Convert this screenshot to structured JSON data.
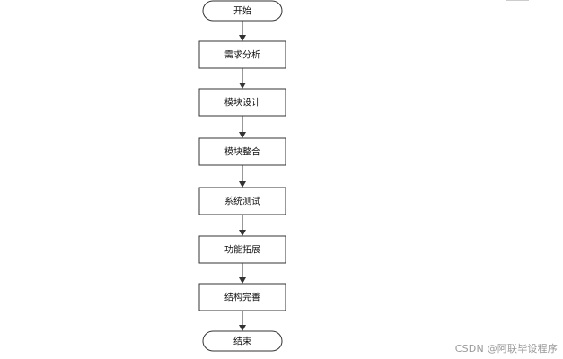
{
  "flowchart": {
    "nodes": [
      {
        "id": "start",
        "label": "开始",
        "shape": "terminal"
      },
      {
        "id": "requirements",
        "label": "需求分析",
        "shape": "process"
      },
      {
        "id": "module-design",
        "label": "模块设计",
        "shape": "process"
      },
      {
        "id": "module-integration",
        "label": "模块整合",
        "shape": "process"
      },
      {
        "id": "system-test",
        "label": "系统测试",
        "shape": "process"
      },
      {
        "id": "feature-extension",
        "label": "功能拓展",
        "shape": "process"
      },
      {
        "id": "structure-refine",
        "label": "结构完善",
        "shape": "process"
      },
      {
        "id": "end",
        "label": "结束",
        "shape": "terminal"
      }
    ],
    "edges": [
      {
        "from": "start",
        "to": "requirements"
      },
      {
        "from": "requirements",
        "to": "module-design"
      },
      {
        "from": "module-design",
        "to": "module-integration"
      },
      {
        "from": "module-integration",
        "to": "system-test"
      },
      {
        "from": "system-test",
        "to": "feature-extension"
      },
      {
        "from": "feature-extension",
        "to": "structure-refine"
      },
      {
        "from": "structure-refine",
        "to": "end"
      }
    ]
  },
  "caption": "",
  "watermark": "CSDN @阿联毕设程序",
  "colors": {
    "stroke": "#333333",
    "fill": "#ffffff",
    "text": "#111111"
  }
}
